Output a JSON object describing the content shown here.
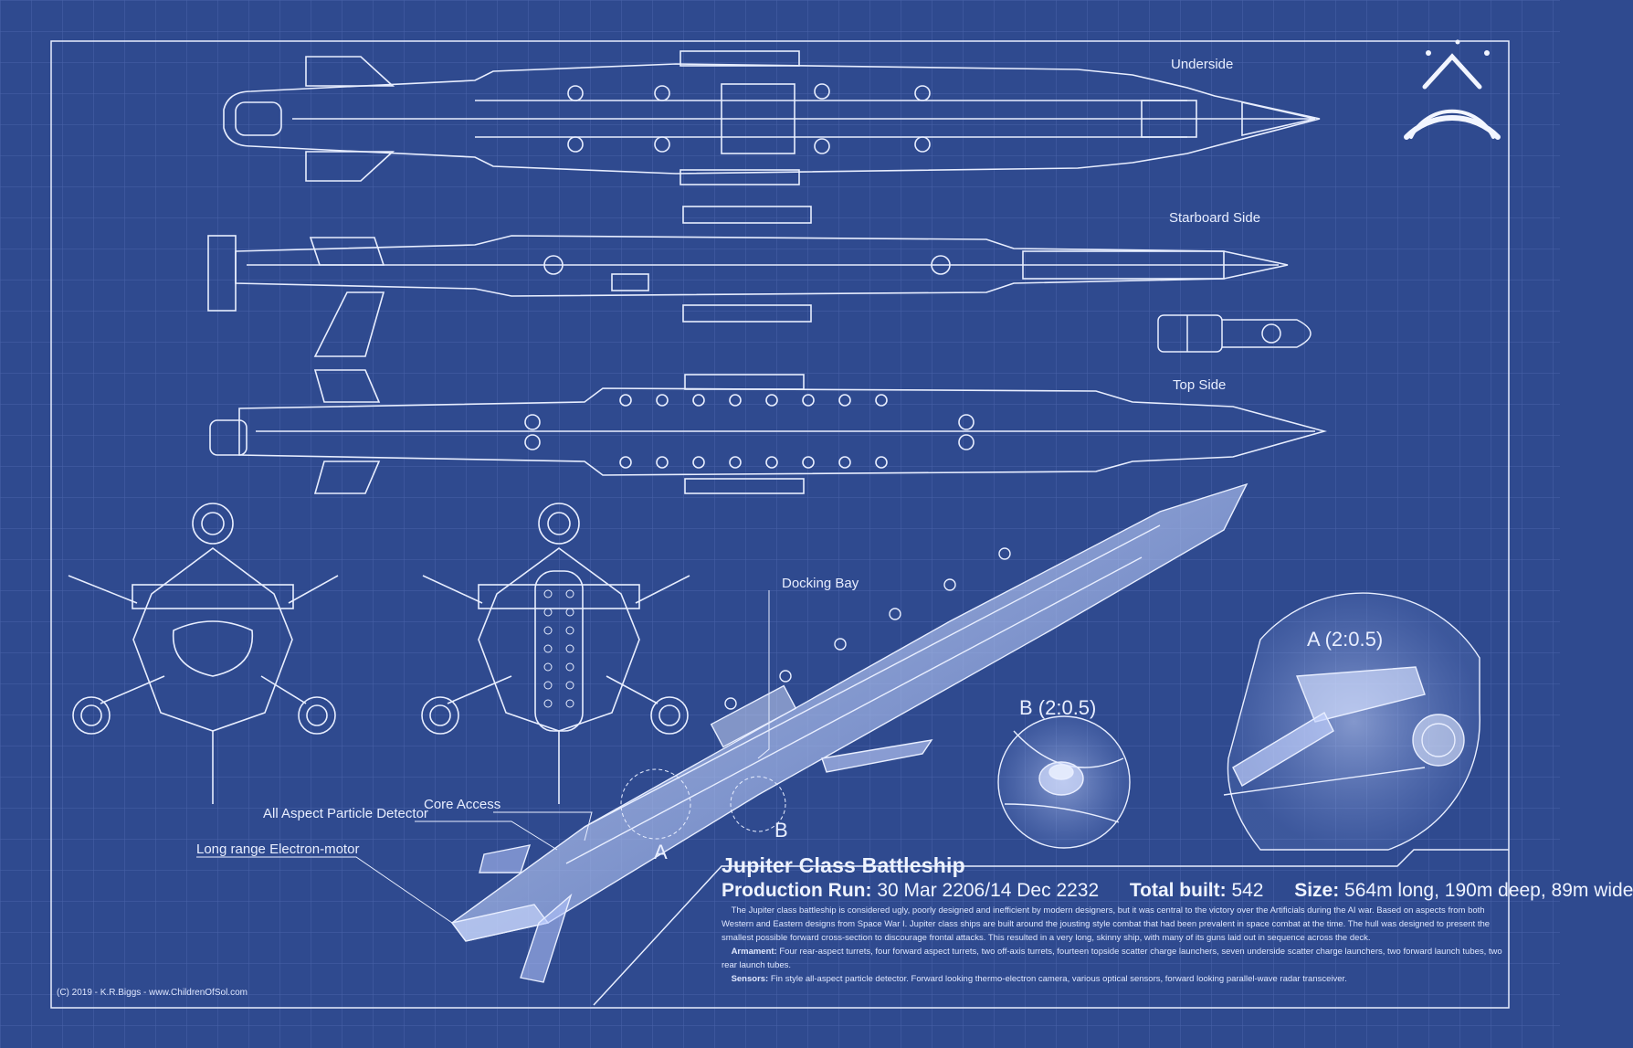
{
  "views": {
    "underside": "Underside",
    "starboard": "Starboard Side",
    "top": "Top Side"
  },
  "callouts": {
    "docking_bay": "Docking Bay",
    "core_access": "Core Access",
    "particle_detector": "All Aspect Particle Detector",
    "electron_motor": "Long range Electron-motor",
    "marker_a": "A",
    "marker_b": "B"
  },
  "details": {
    "a": "A (2:0.5)",
    "b": "B (2:0.5)"
  },
  "title_block": {
    "title": "Jupiter Class Battleship",
    "production_label": "Production Run:",
    "production_value": "30 Mar 2206/14 Dec 2232",
    "built_label": "Total built:",
    "built_value": "542",
    "size_label": "Size:",
    "size_value": "564m long, 190m deep, 89m wide",
    "description": "The Jupiter class battleship is considered ugly, poorly designed and inefficient by modern designers, but it was central to the victory over the Artificials during the AI war. Based on aspects from both Western and Eastern designs from Space War I. Jupiter class ships are built around the jousting style combat that had been prevalent in space combat at the time. The hull was designed to present the smallest possible forward cross-section to discourage frontal attacks. This resulted in a very long, skinny ship, with many of its guns laid out in sequence across the deck.",
    "armament_label": "Armament:",
    "armament": "Four rear-aspect turrets, four forward aspect turrets, two off-axis turrets, fourteen topside scatter charge launchers, seven underside scatter charge launchers, two forward launch tubes, two rear launch tubes.",
    "sensors_label": "Sensors:",
    "sensors": "Fin style all-aspect particle detector. Forward looking thermo-electron camera, various optical sensors, forward looking parallel-wave radar transceiver."
  },
  "copyright": "(C) 2019 - K.R.Biggs - www.ChildrenOfSol.com",
  "colors": {
    "background": "#2f4a8f",
    "line": "#e8eeff",
    "grid": "#4560a6"
  },
  "icons": [
    "faction-logo-icon"
  ]
}
